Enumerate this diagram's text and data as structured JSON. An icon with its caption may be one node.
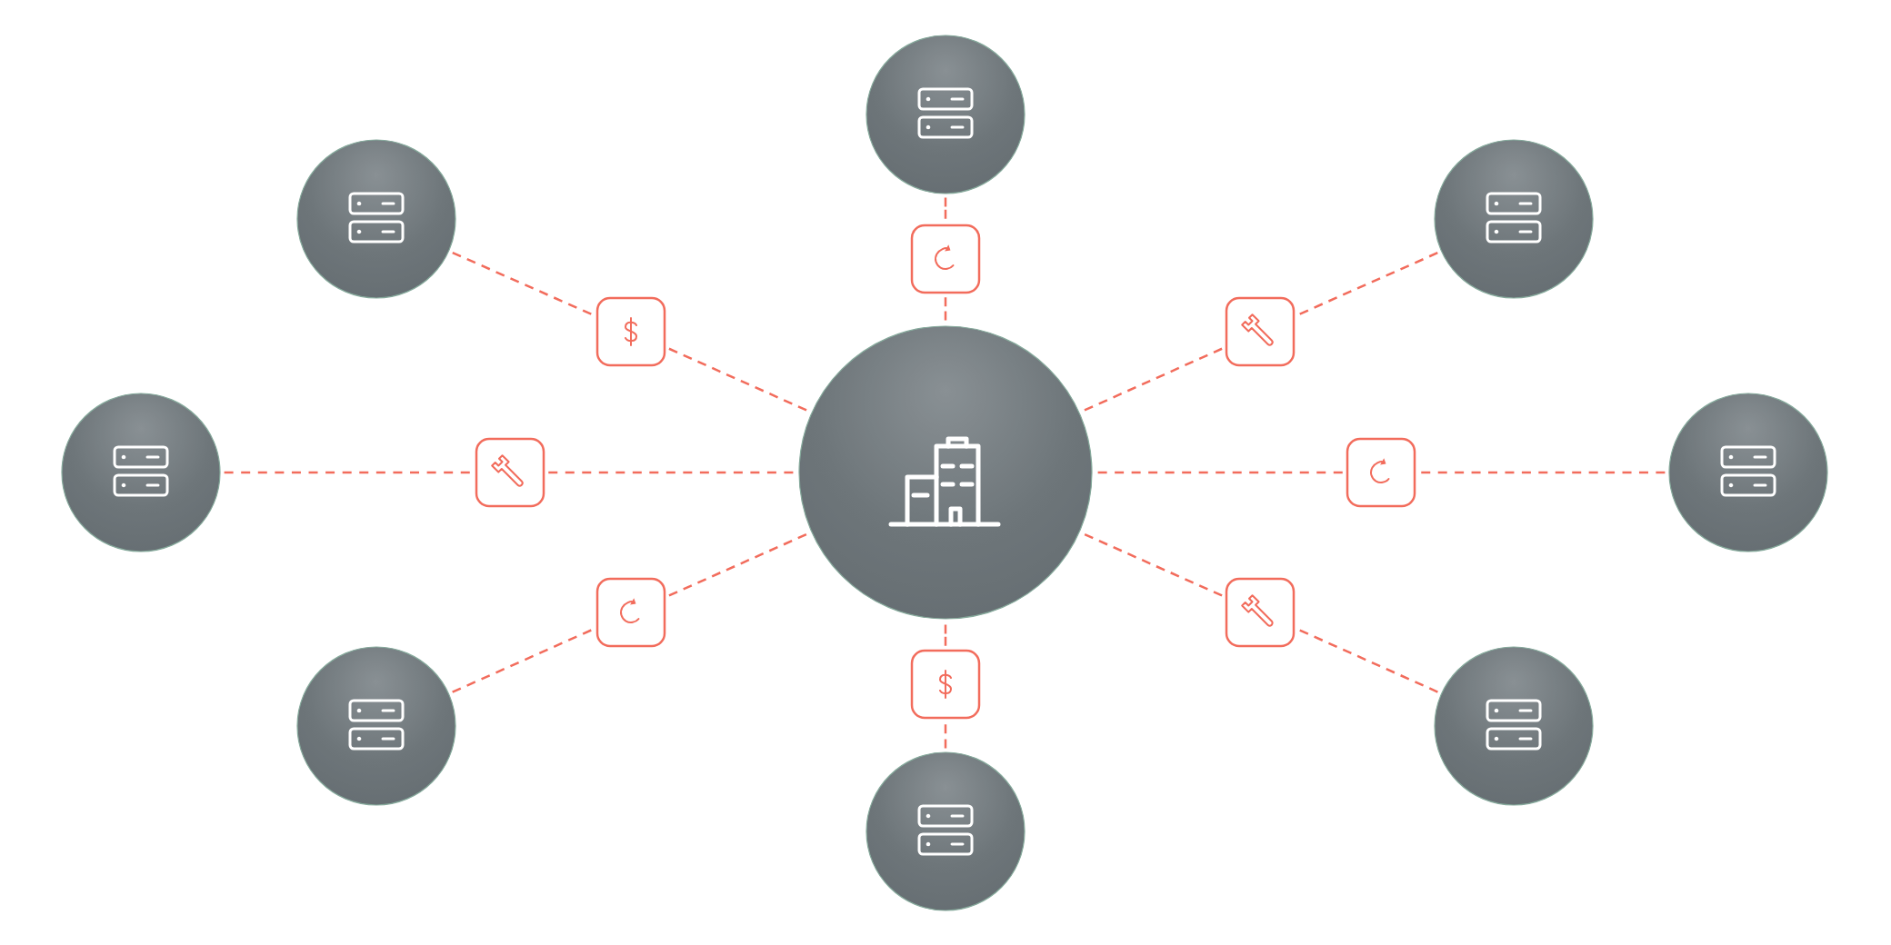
{
  "diagram": {
    "nodes": [
      {
        "text": [],
        "shape": "circle"
      },
      {
        "text": [],
        "shape": "circle"
      },
      {
        "text": [],
        "shape": "circle"
      },
      {
        "text": [],
        "shape": "box"
      },
      {
        "text": [],
        "shape": "box"
      },
      {
        "text": [],
        "shape": "box"
      },
      {
        "text": [],
        "shape": "circle"
      },
      {
        "text": [],
        "shape": "box"
      },
      {
        "text": [],
        "shape": "circle"
      },
      {
        "text": [],
        "shape": "box"
      },
      {
        "text": [],
        "shape": "circle"
      },
      {
        "text": [],
        "shape": "box"
      },
      {
        "text": [],
        "shape": "box"
      },
      {
        "text": [],
        "shape": "box"
      },
      {
        "text": [],
        "shape": "circle"
      },
      {
        "text": [],
        "shape": "circle"
      },
      {
        "text": [],
        "shape": "circle"
      }
    ],
    "edges": [
      {
        "from": 8,
        "to": 3,
        "arrow": "none",
        "style": "dashed"
      },
      {
        "from": 3,
        "to": 0,
        "arrow": "none",
        "style": "dashed"
      },
      {
        "from": 8,
        "to": 4,
        "arrow": "none",
        "style": "dashed"
      },
      {
        "from": 4,
        "to": 1,
        "arrow": "none",
        "style": "dashed"
      },
      {
        "from": 8,
        "to": 5,
        "arrow": "none",
        "style": "dashed"
      },
      {
        "from": 5,
        "to": 2,
        "arrow": "none",
        "style": "dashed"
      },
      {
        "from": 8,
        "to": 7,
        "arrow": "none",
        "style": "dashed"
      },
      {
        "from": 7,
        "to": 6,
        "arrow": "none",
        "style": "dashed"
      },
      {
        "from": 8,
        "to": 9,
        "arrow": "none",
        "style": "dashed"
      },
      {
        "from": 9,
        "to": 10,
        "arrow": "none",
        "style": "dashed"
      },
      {
        "from": 8,
        "to": 11,
        "arrow": "none",
        "style": "dashed"
      },
      {
        "from": 11,
        "to": 14,
        "arrow": "none",
        "style": "dashed"
      },
      {
        "from": 8,
        "to": 12,
        "arrow": "none",
        "style": "dashed"
      },
      {
        "from": 12,
        "to": 15,
        "arrow": "none",
        "style": "dashed"
      },
      {
        "from": 8,
        "to": 13,
        "arrow": "none",
        "style": "dashed"
      },
      {
        "from": 13,
        "to": 16,
        "arrow": "none",
        "style": "dashed"
      }
    ]
  }
}
